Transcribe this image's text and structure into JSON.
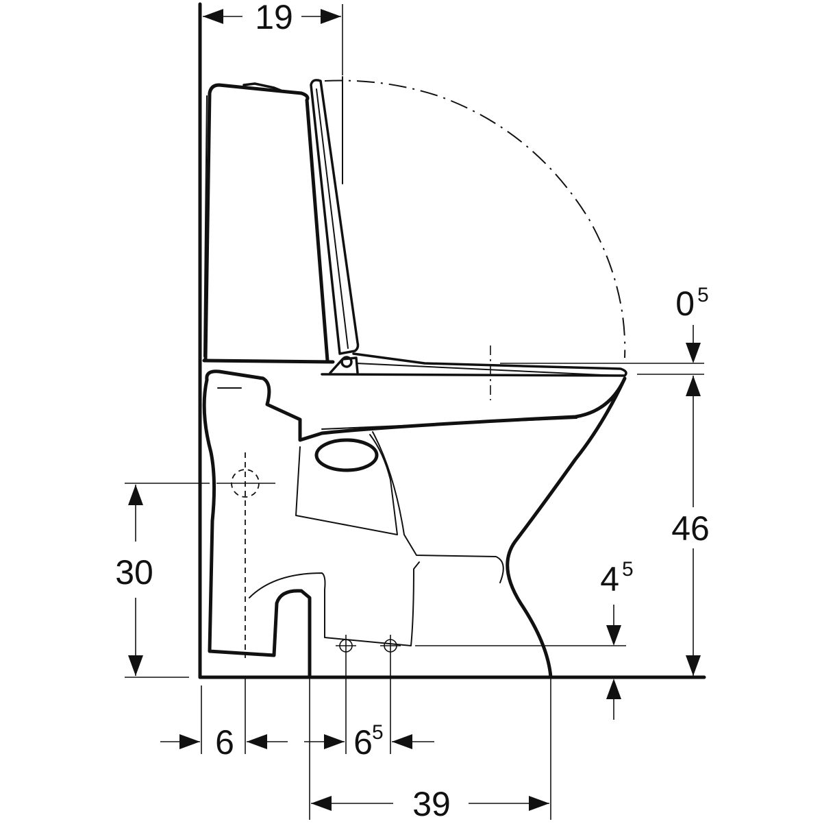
{
  "dimensions": {
    "tank_depth": {
      "value": "19"
    },
    "seat_gap": {
      "value": "0",
      "sup": "5"
    },
    "seat_height": {
      "value": "46"
    },
    "inlet_height": {
      "value": "30"
    },
    "fixing_height": {
      "value": "4",
      "sup": "5"
    },
    "inlet_offset": {
      "value": "6"
    },
    "fixing_spacing": {
      "value": "6",
      "sup": "5"
    },
    "outlet_depth": {
      "value": "39"
    }
  },
  "colors": {
    "line": "#111111",
    "background": "#ffffff"
  }
}
